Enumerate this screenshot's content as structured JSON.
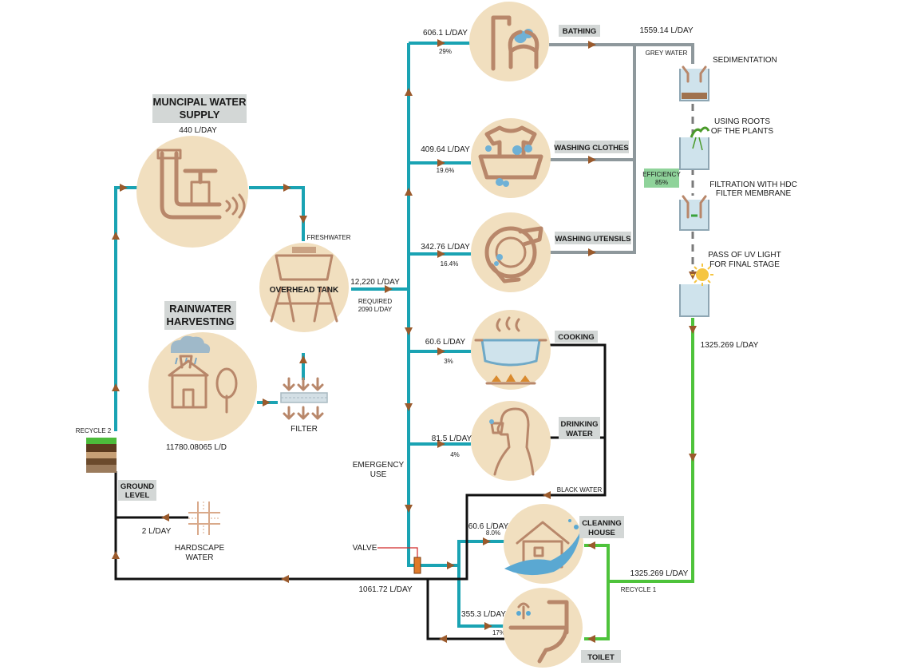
{
  "sources": {
    "municipal_title_1": "MUNCIPAL WATER",
    "municipal_title_2": "SUPPLY",
    "municipal_flow": "440 L/DAY",
    "rain_title_1": "RAINWATER",
    "rain_title_2": "HARVESTING",
    "rain_flow": "11780.08065 L/D",
    "filter": "FILTER",
    "freshwater": "FRESHWATER"
  },
  "tank": {
    "label": "OVERHEAD TANK",
    "flow": "12,220 L/DAY",
    "required_1": "REQUIRED",
    "required_2": "2090 L/DAY"
  },
  "uses": {
    "bathing": {
      "label": "BATHING",
      "flow": "606.1 L/DAY",
      "pct": "29%"
    },
    "clothes": {
      "label": "WASHING CLOTHES",
      "flow": "409.64  L/DAY",
      "pct": "19.6%"
    },
    "utensils": {
      "label": "WASHING UTENSILS",
      "flow": "342.76 L/DAY",
      "pct": "16.4%"
    },
    "cooking": {
      "label": "COOKING",
      "flow": "60.6 L/DAY",
      "pct": "3%"
    },
    "drinking": {
      "label_1": "DRINKING",
      "label_2": "WATER",
      "flow": "81.5 L/DAY",
      "pct": "4%"
    },
    "cleaning": {
      "label_1": "CLEANING",
      "label_2": "HOUSE",
      "flow": "60.6 L/DAY",
      "pct": "8.0%"
    },
    "toilet": {
      "label": "TOILET",
      "flow": "355.3 L/DAY",
      "pct": "17%"
    }
  },
  "greywater": {
    "flow": "1559.14 L/DAY",
    "label": "GREY WATER",
    "step1": "SEDIMENTATION",
    "step2_1": "USING ROOTS",
    "step2_2": "OF THE PLANTS",
    "step3_1": "FILTRATION WITH HDC",
    "step3_2": "FILTER MEMBRANE",
    "step4_1": "PASS OF UV LIGHT",
    "step4_2": "FOR FINAL STAGE",
    "efficiency_1": "EFFICIENCY",
    "efficiency_2": "85%",
    "treated_flow": "1325.269 L/DAY",
    "recycle_flow": "1325.269 L/DAY",
    "recycle_label": "RECYCLE 1"
  },
  "other": {
    "emergency_1": "EMERGENCY",
    "emergency_2": "USE",
    "black_water": "BLACK WATER",
    "valve": "VALVE",
    "return_flow": "1061.72 L/DAY",
    "recycle2": "RECYCLE 2",
    "ground_1": "GROUND",
    "ground_2": "LEVEL",
    "hardscape_flow": "2 L/DAY",
    "hardscape_1": "HARDSCAPE",
    "hardscape_2": "WATER"
  },
  "colors": {
    "freshwater_pipe": "#1aa3b3",
    "greywater_pipe": "#8e989c",
    "blackwater_pipe": "#111111",
    "recycled_pipe": "#4ec33b",
    "icon_circle": "#f1dfbf",
    "icon_stroke": "#b8876a",
    "label_box": "#d3d7d6",
    "efficiency_box": "#8fd39a"
  }
}
